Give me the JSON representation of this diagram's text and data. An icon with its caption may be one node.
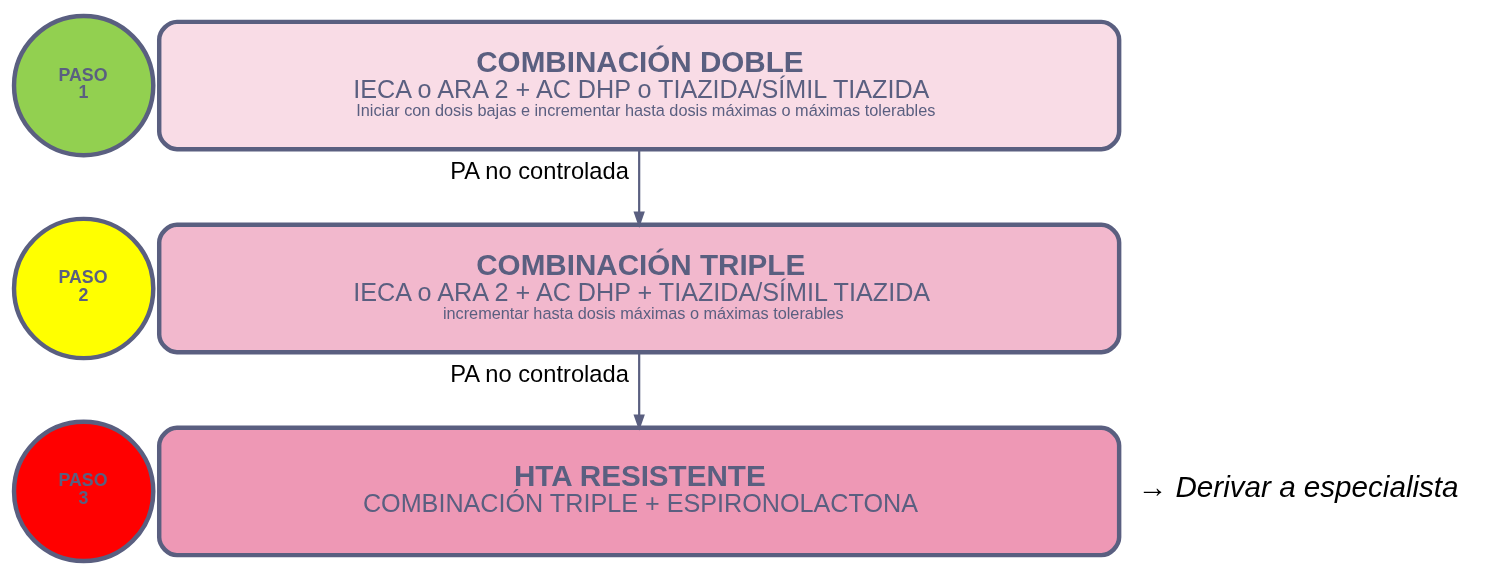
{
  "diagram": {
    "nodes": [
      {
        "text": [
          "PASO 1"
        ]
      },
      {
        "text": [
          "COMBINACIÓN DOBLE",
          "IECA o ARA 2 + AC DHP o TIAZIDA/SÍMIL TIAZIDA",
          "Iniciar con dosis bajas e incrementar hasta dosis máximas o máximas tolerables"
        ]
      },
      {
        "text": [
          "PASO 2"
        ]
      },
      {
        "text": [
          "COMBINACIÓN TRIPLE",
          "IECA o ARA 2 + AC DHP + TIAZIDA/SÍMIL TIAZIDA",
          "incrementar hasta dosis máximas o máximas tolerables"
        ]
      },
      {
        "text": [
          "PASO 3"
        ]
      },
      {
        "text": [
          "HTA RESISTENTE",
          "COMBINACIÓN TRIPLE + ESPIRONOLACTONA"
        ],
        "beside": [
          "→ Derivar a especialista"
        ]
      }
    ],
    "edges": [
      {
        "from": 1,
        "to": 3,
        "arrow": "to",
        "label": "PA no controlada"
      },
      {
        "from": 3,
        "to": 5,
        "arrow": "to",
        "label": "PA no controlada"
      }
    ]
  }
}
